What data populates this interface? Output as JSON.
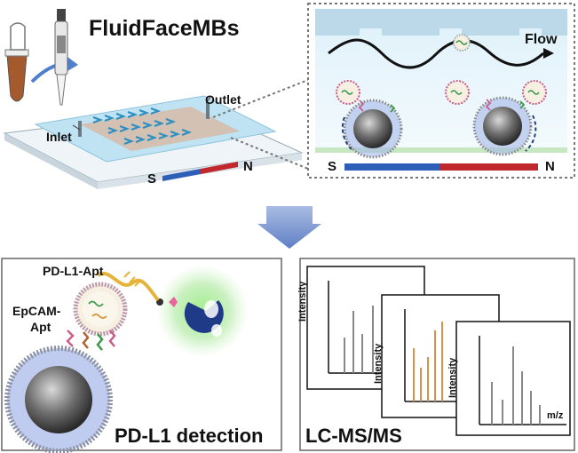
{
  "title": "FluidFaceMBs",
  "chip": {
    "inlet": "Inlet",
    "outlet": "Outlet",
    "magnet_s": "S",
    "magnet_n": "N"
  },
  "zoom": {
    "flow": "Flow",
    "magnet_s": "S",
    "magnet_n": "N"
  },
  "detection": {
    "pd_l1_apt": "PD-L1-Apt",
    "epcam_apt_line1": "EpCAM-",
    "epcam_apt_line2": "Apt",
    "caption": "PD-L1 detection"
  },
  "ms": {
    "caption": "LC-MS/MS",
    "ylabel": "Intensity",
    "xlabel": "m/z"
  },
  "colors": {
    "magnet_blue": "#2d5fb8",
    "magnet_red": "#c0282d",
    "chip_blue": "#bfe3f2",
    "green_glow": "#7ee070",
    "spectrum_orange": "#d4924a",
    "arrow_blue": "#8aa3d6"
  }
}
